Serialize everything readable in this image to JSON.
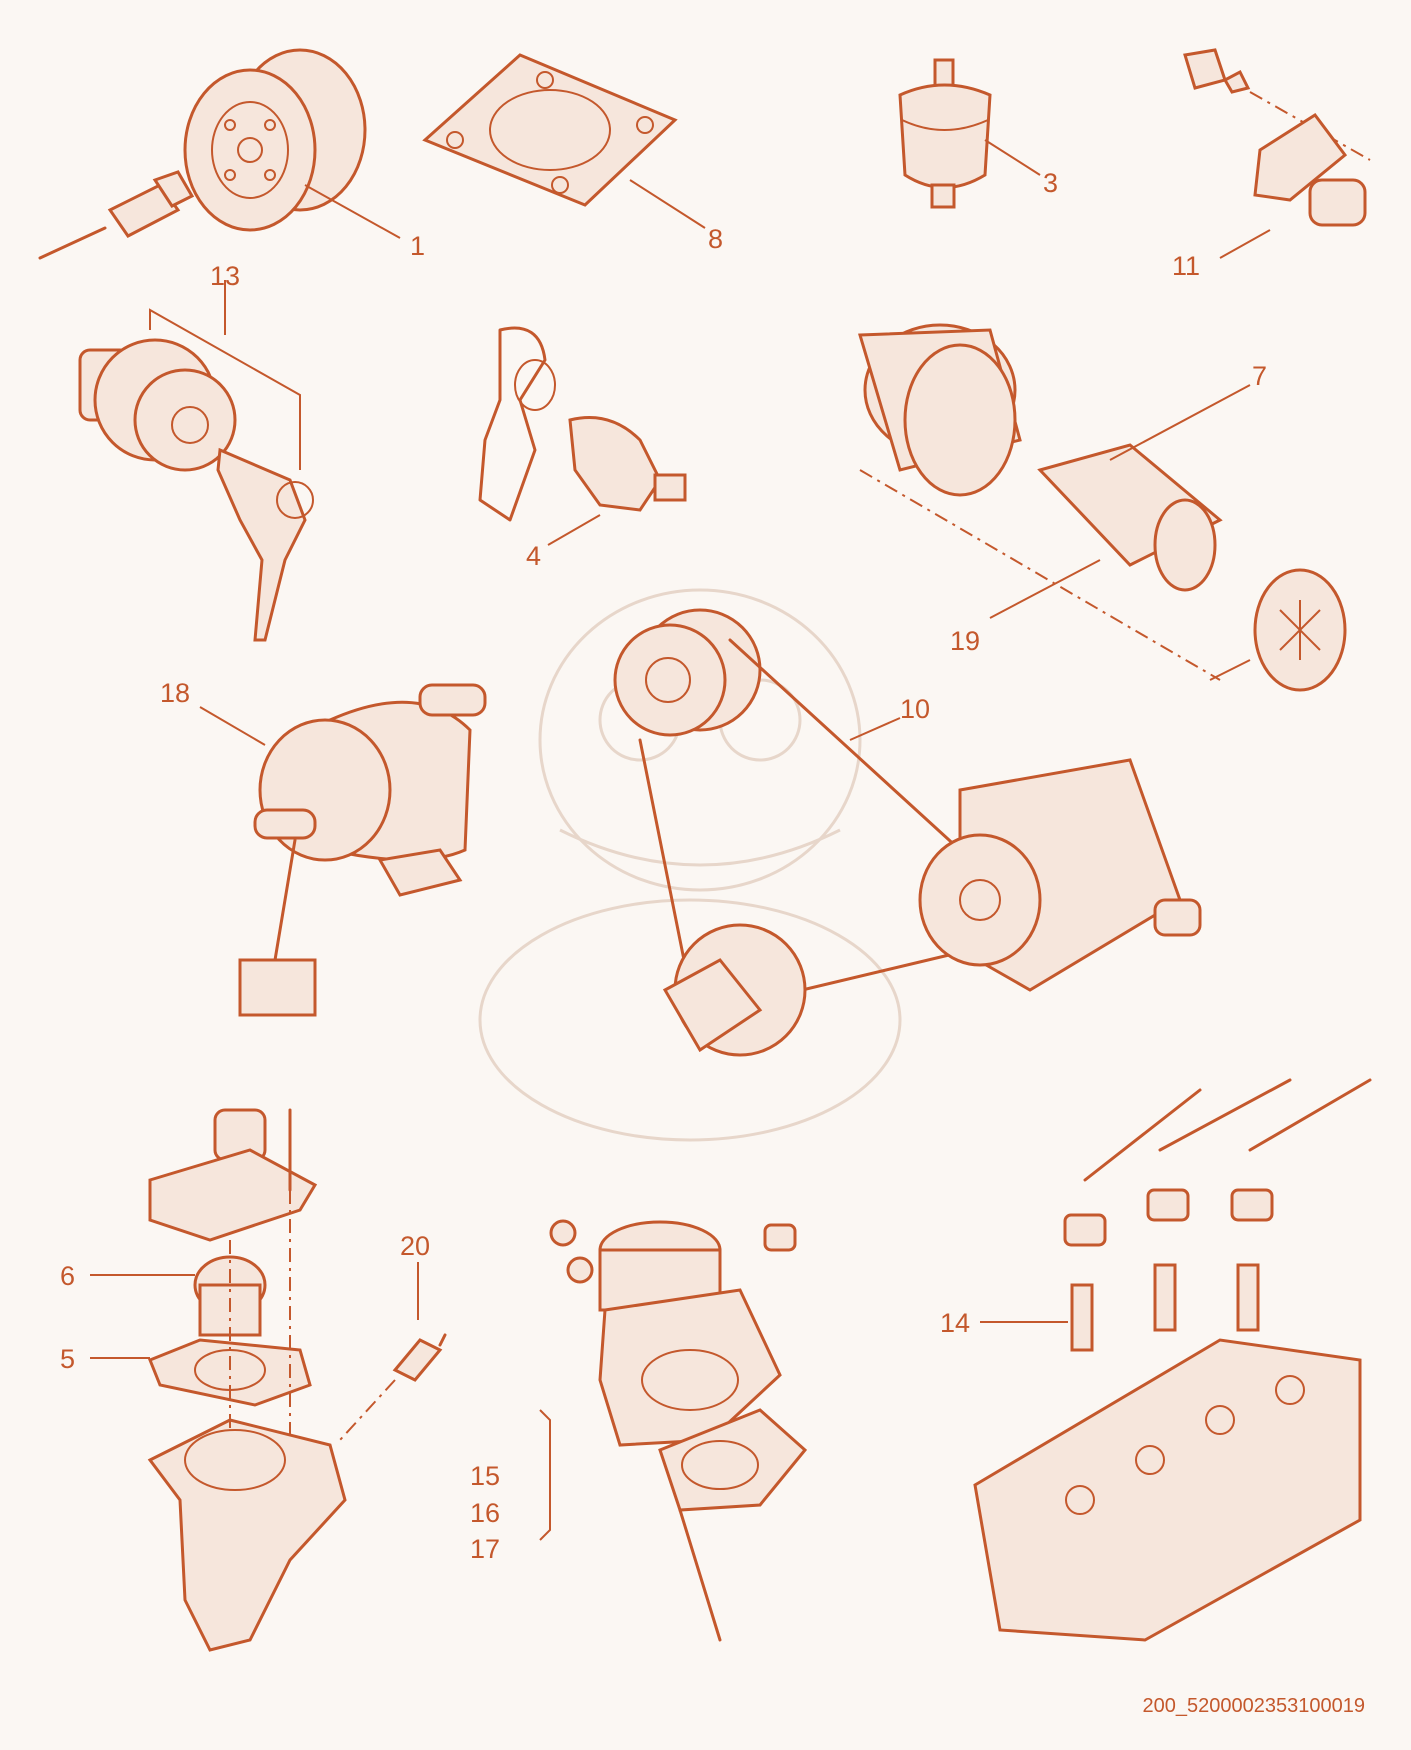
{
  "document_code": "200_5200002353100019",
  "accent_color": "#c4582c",
  "callouts": {
    "c1": "1",
    "c3": "3",
    "c4": "4",
    "c5": "5",
    "c6": "6",
    "c7": "7",
    "c8": "8",
    "c10": "10",
    "c11": "11",
    "c13": "13",
    "c14": "14",
    "c15": "15",
    "c16": "16",
    "c17": "17",
    "c18": "18",
    "c19": "19",
    "c20": "20"
  }
}
